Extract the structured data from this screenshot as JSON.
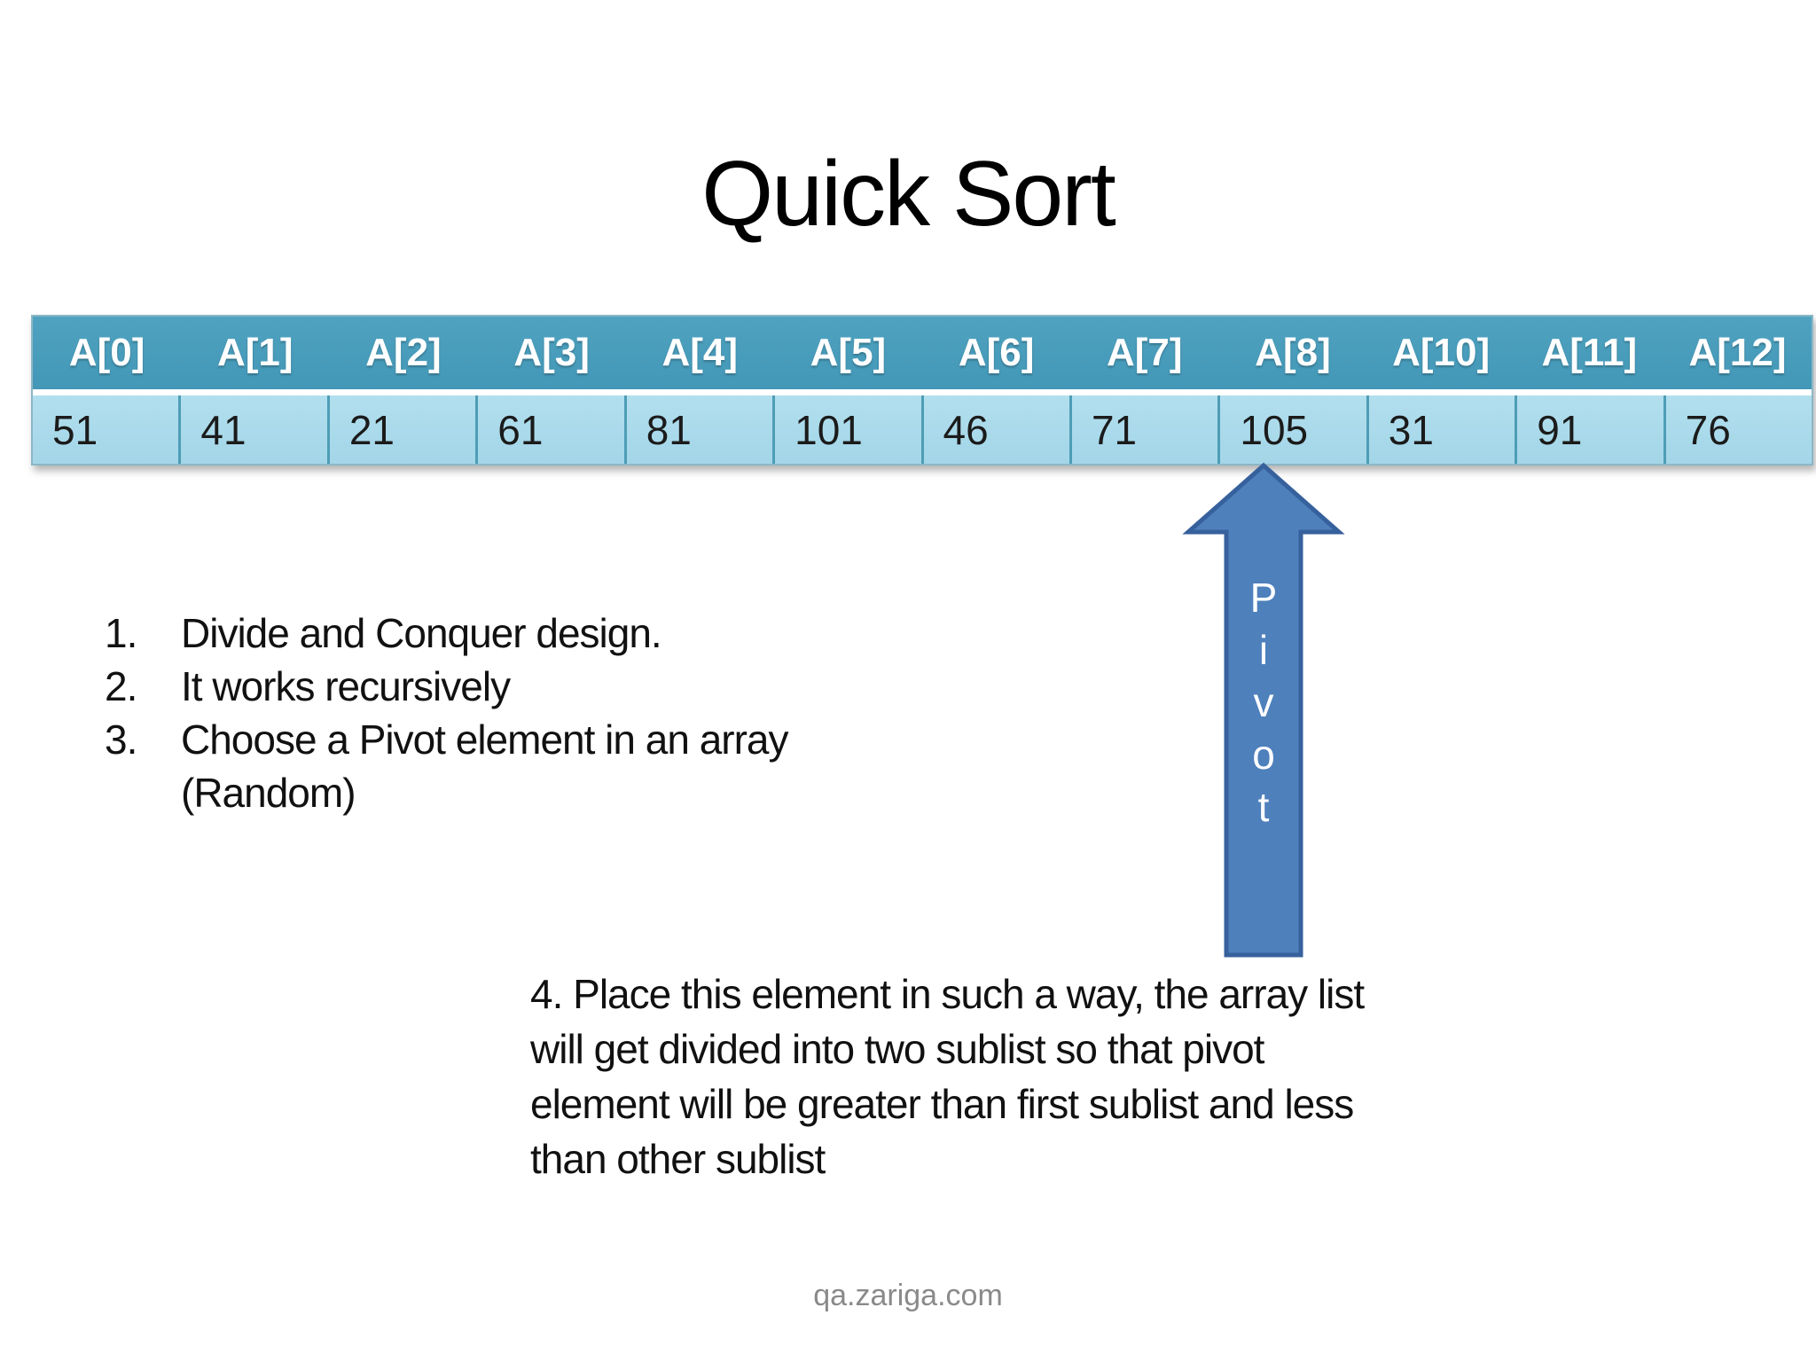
{
  "slide": {
    "title": "Quick Sort",
    "footer": "qa.zariga.com"
  },
  "array_table": {
    "headers": [
      "A[0]",
      "A[1]",
      "A[2]",
      "A[3]",
      "A[4]",
      "A[5]",
      "A[6]",
      "A[7]",
      "A[8]",
      "A[10]",
      "A[11]",
      "A[12]"
    ],
    "values": [
      "51",
      "41",
      "21",
      "61",
      "81",
      "101",
      "46",
      "71",
      "105",
      "31",
      "91",
      "76"
    ],
    "header_bg": "#4397b7",
    "row_bg": "#a3d6e8",
    "pivot_header": "A[8]",
    "pivot_value": "105"
  },
  "notes_list": {
    "items": [
      {
        "num": "1.",
        "text": "Divide and Conquer design."
      },
      {
        "num": "2.",
        "text": "It works recursively"
      },
      {
        "num": "3.",
        "text": "Choose a Pivot element in an array (Random)"
      }
    ]
  },
  "pivot_arrow": {
    "letters": [
      "P",
      "i",
      "v",
      "o",
      "t"
    ],
    "fill": "#4e80bc",
    "stroke": "#36619c"
  },
  "step_note": {
    "text": "4. Place this element in such a way, the array list will get divided into two sublist so that pivot element will be greater than first sublist and less than other sublist"
  }
}
